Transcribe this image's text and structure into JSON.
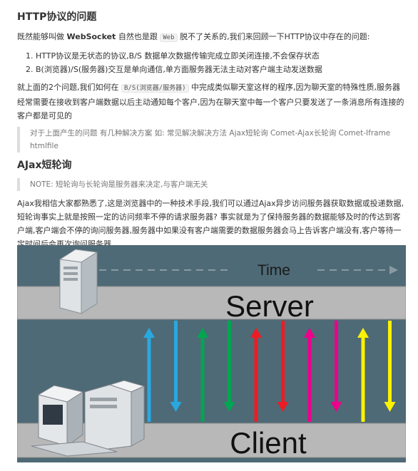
{
  "section1": {
    "title": "HTTP协议的问题",
    "intro_pre": "既然能够叫做 ",
    "intro_bold": "WebSocket",
    "intro_mid": " 自然也是跟 ",
    "intro_code": "Web",
    "intro_post": " 脱不了关系的,我们来回顾一下HTTP协议中存在的问题:",
    "list": [
      "HTTP协议是无状态的协议,B/S 数据单次数据传输完成立即关闭连接,不会保存状态",
      "B(浏览器)/S(服务器)交互是单向通信,单方面服务器无法主动对客户端主动发送数据"
    ],
    "para_pre": "就上面的2个问题,我们如何在 ",
    "para_code": "B/S(浏览器/服务器)",
    "para_post": " 中完成类似聊天室这样的程序,因为聊天室的特殊性质,服务器经常需要在接收到客户端数据以后主动通知每个客户,因为在聊天室中每一个客户只要发送了一条消息所有连接的客户都是可见的",
    "quote": "对于上面产生的问题 有几种解决方案 如: 常见解决解决方法 Ajax短轮询 Comet-Ajax长轮询 Comet-Iframe htmlfile"
  },
  "section2": {
    "title": "AJax短轮询",
    "note": "NOTE: 短轮询与长轮询是服务器来决定,与客户端无关",
    "para": "Ajax我相信大家都熟悉了,这是浏览器中的一种技术手段,我们可以通过Ajax异步访问服务器获取数据或投递数据,短轮询事实上就是按照一定的访问频率不停的请求服务器? 事实就是为了保持服务器的数据能够及时的传达到客户端,客户端会不停的询问服务器,服务器中如果没有客户端需要的数据服务器会马上告诉客户端没有,客户等待一定时间后会再次询问服务器"
  },
  "diagram": {
    "time_label": "Time",
    "server_label": "Server",
    "client_label": "Client",
    "colors": {
      "background": "#4e6a76",
      "band": "#b8b8b8",
      "blue": "#29a8df",
      "green": "#00a651",
      "red": "#ed1c24",
      "magenta": "#ec008c",
      "yellow": "#fff200"
    },
    "arrows": [
      {
        "color": "blue",
        "dir": "up"
      },
      {
        "color": "blue",
        "dir": "down"
      },
      {
        "color": "green",
        "dir": "up"
      },
      {
        "color": "green",
        "dir": "down"
      },
      {
        "color": "red",
        "dir": "up"
      },
      {
        "color": "red",
        "dir": "down"
      },
      {
        "color": "magenta",
        "dir": "up"
      },
      {
        "color": "magenta",
        "dir": "down"
      },
      {
        "color": "yellow",
        "dir": "up"
      },
      {
        "color": "yellow",
        "dir": "down"
      }
    ]
  }
}
